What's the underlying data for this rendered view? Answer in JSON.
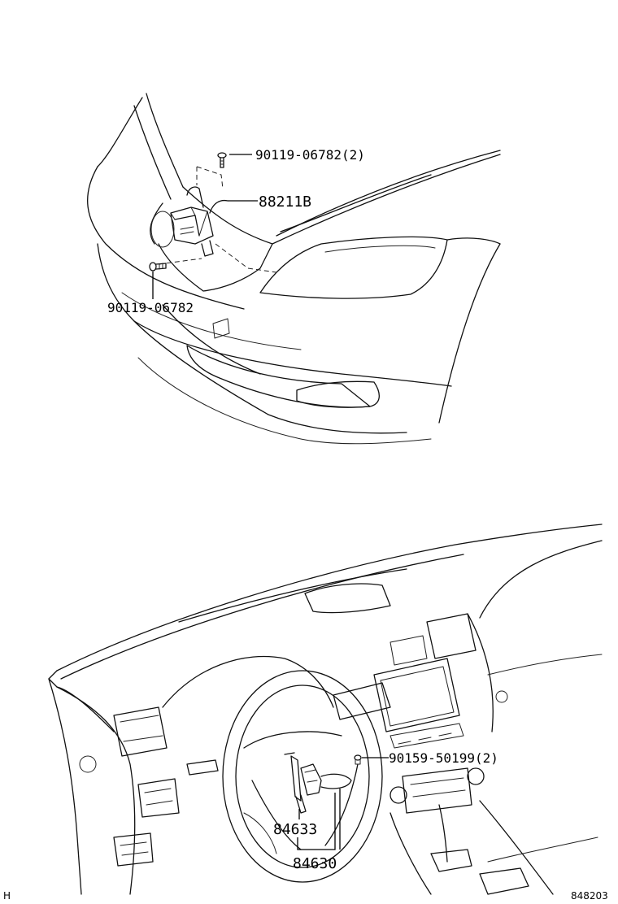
{
  "top_view": {
    "labels": {
      "bolt_upper": "90119-06782(2)",
      "sensor": "88211B",
      "bolt_lower": "90119-06782"
    }
  },
  "bottom_view": {
    "labels": {
      "screw": "90159-50199(2)",
      "sub_part": "84633",
      "switch_assy": "84630"
    }
  },
  "footer": {
    "left_mark": "H",
    "figure_number": "848203"
  }
}
